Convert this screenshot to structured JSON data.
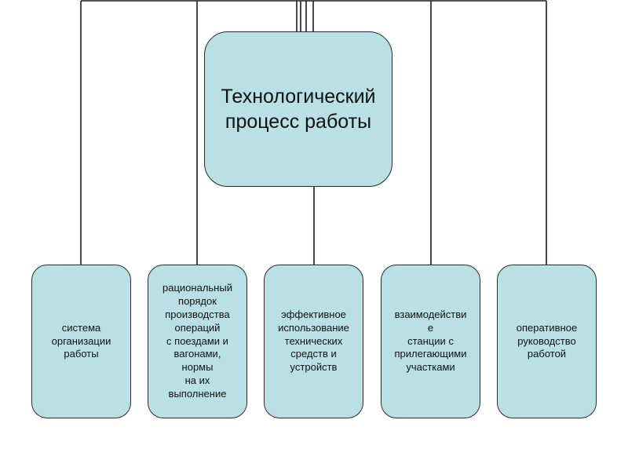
{
  "diagram": {
    "main_box": {
      "label": "Технологический\nпроцесс работы"
    },
    "child_boxes": [
      {
        "label": "система\nорганизации\nработы"
      },
      {
        "label": "рациональный\nпорядок\nпроизводства\nопераций\nс поездами и\nвагонами,\nнормы\nна их\nвыполнение"
      },
      {
        "label": "эффективное\nиспользование\nтехнических\nсредств и\nустройств"
      },
      {
        "label": "взаимодействи\nе\nстанции с\nприлегающими\nучастками"
      },
      {
        "label": "оперативное\nруководство\nработой"
      }
    ]
  }
}
